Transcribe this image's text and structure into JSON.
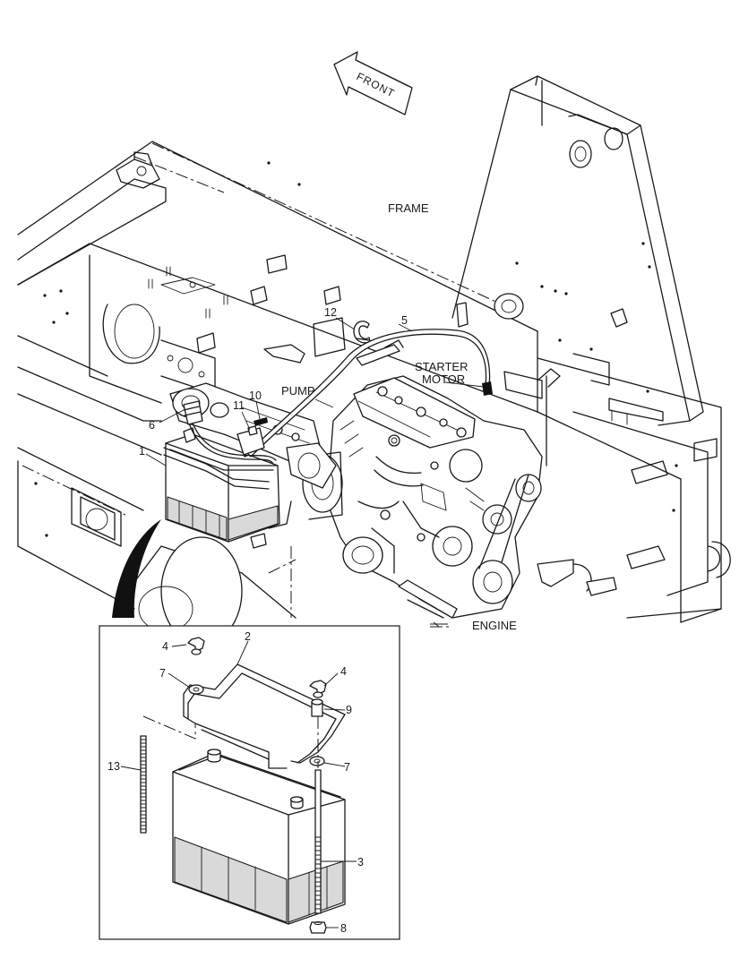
{
  "labels": {
    "front": "FRONT",
    "frame": "FRAME",
    "pump": "PUMP",
    "starter_motor_line1": "STARTER",
    "starter_motor_line2": "MOTOR",
    "engine": "ENGINE"
  },
  "callouts": {
    "c1": "1",
    "c2": "2",
    "c3": "3",
    "c4a": "4",
    "c4b": "4",
    "c5": "5",
    "c6": "6",
    "c7a": "7",
    "c7b": "7",
    "c8": "8",
    "c9": "9",
    "c10": "10",
    "c11": "11",
    "c12": "12",
    "c13": "13"
  },
  "colors": {
    "line": "#1a1a1a",
    "background": "#ffffff",
    "shade": "#d9d9d9"
  }
}
